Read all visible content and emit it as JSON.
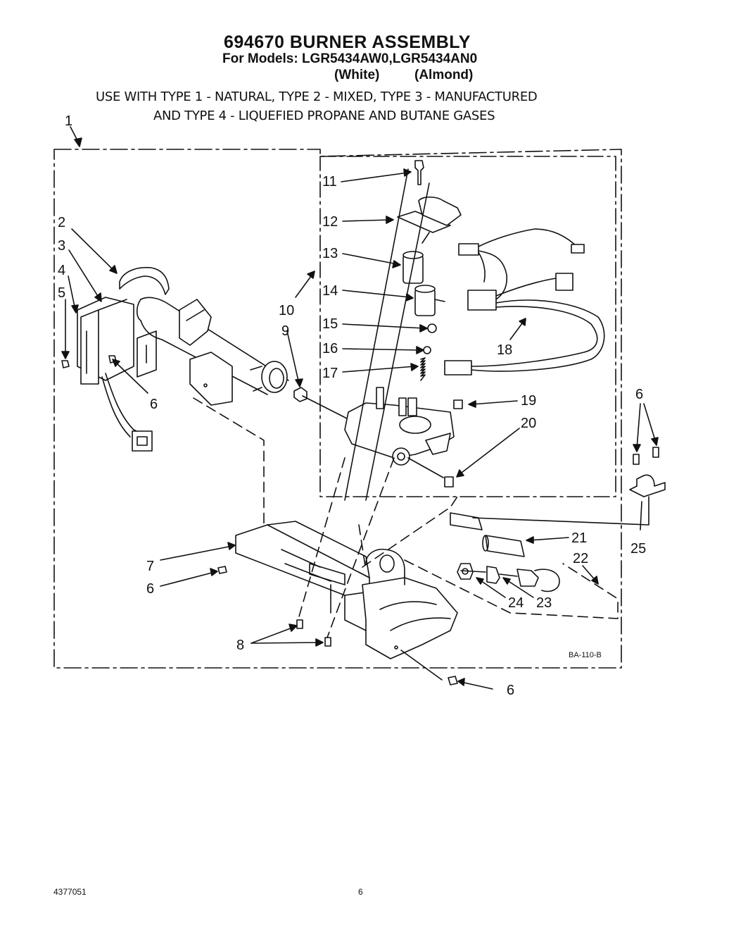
{
  "header": {
    "title": "694670 BURNER ASSEMBLY",
    "models_line": "For Models: LGR5434AW0,LGR5434AN0",
    "color_white": "(White)",
    "color_almond": "(Almond)",
    "usage_line1": "USE WITH TYPE 1 - NATURAL, TYPE 2 - MIXED, TYPE 3 - MANUFACTURED",
    "usage_line2": "AND TYPE 4 - LIQUEFIED PROPANE AND BUTANE GASES"
  },
  "diagram": {
    "drawing_code": "BA-110-B",
    "callouts": [
      "1",
      "2",
      "3",
      "4",
      "5",
      "6",
      "7",
      "8",
      "9",
      "10",
      "11",
      "12",
      "13",
      "14",
      "15",
      "16",
      "17",
      "18",
      "19",
      "20",
      "21",
      "22",
      "23",
      "24",
      "25"
    ]
  },
  "footer": {
    "doc_number": "4377051",
    "page_number": "6"
  }
}
